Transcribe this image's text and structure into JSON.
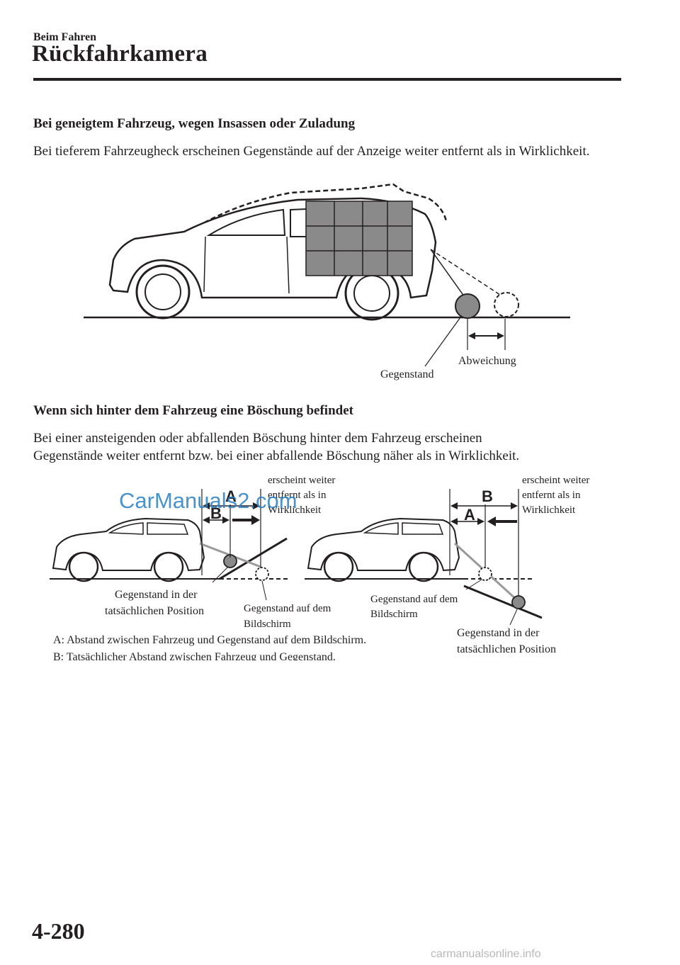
{
  "header": {
    "section": "Beim Fahren",
    "title": "Rückfahrkamera"
  },
  "section1": {
    "heading": "Bei geneigtem Fahrzeug, wegen Insassen oder Zuladung",
    "body": "Bei tieferem Fahrzeugheck erscheinen Gegenstände auf der Anzeige weiter entfernt als in Wirklichkeit.",
    "figure": {
      "label_object": "Gegenstand",
      "label_deviation": "Abweichung"
    }
  },
  "section2": {
    "heading": "Wenn sich hinter dem Fahrzeug eine Böschung befindet",
    "body_line1": "Bei einer ansteigenden oder abfallenden Böschung hinter dem Fahrzeug erscheinen",
    "body_line2": "Gegenstände weiter entfernt bzw. bei einer abfallende Böschung näher als in Wirklichkeit.",
    "figure_left": {
      "letter_a": "A",
      "letter_b": "B",
      "note_line1": "erscheint weiter",
      "note_line2": "entfernt als in",
      "note_line3": "Wirklichkeit",
      "actual_line1": "Gegenstand in der",
      "actual_line2": "tatsächlichen Position",
      "screen_line1": "Gegenstand auf dem",
      "screen_line2": "Bildschirm"
    },
    "figure_right": {
      "letter_a": "A",
      "letter_b": "B",
      "note_line1": "erscheint weiter",
      "note_line2": "entfernt als in",
      "note_line3": "Wirklichkeit",
      "screen_line1": "Gegenstand auf dem",
      "screen_line2": "Bildschirm",
      "actual_line1": "Gegenstand in der",
      "actual_line2": "tatsächlichen Position"
    },
    "legend_a": "A: Abstand zwischen Fahrzeug und Gegenstand auf dem Bildschirm.",
    "legend_b": "B: Tatsächlicher Abstand zwischen Fahrzeug und Gegenstand."
  },
  "watermark": "CarManuals2.com",
  "footer": {
    "page_number": "4-280",
    "site": "carmanualsonline.info"
  }
}
